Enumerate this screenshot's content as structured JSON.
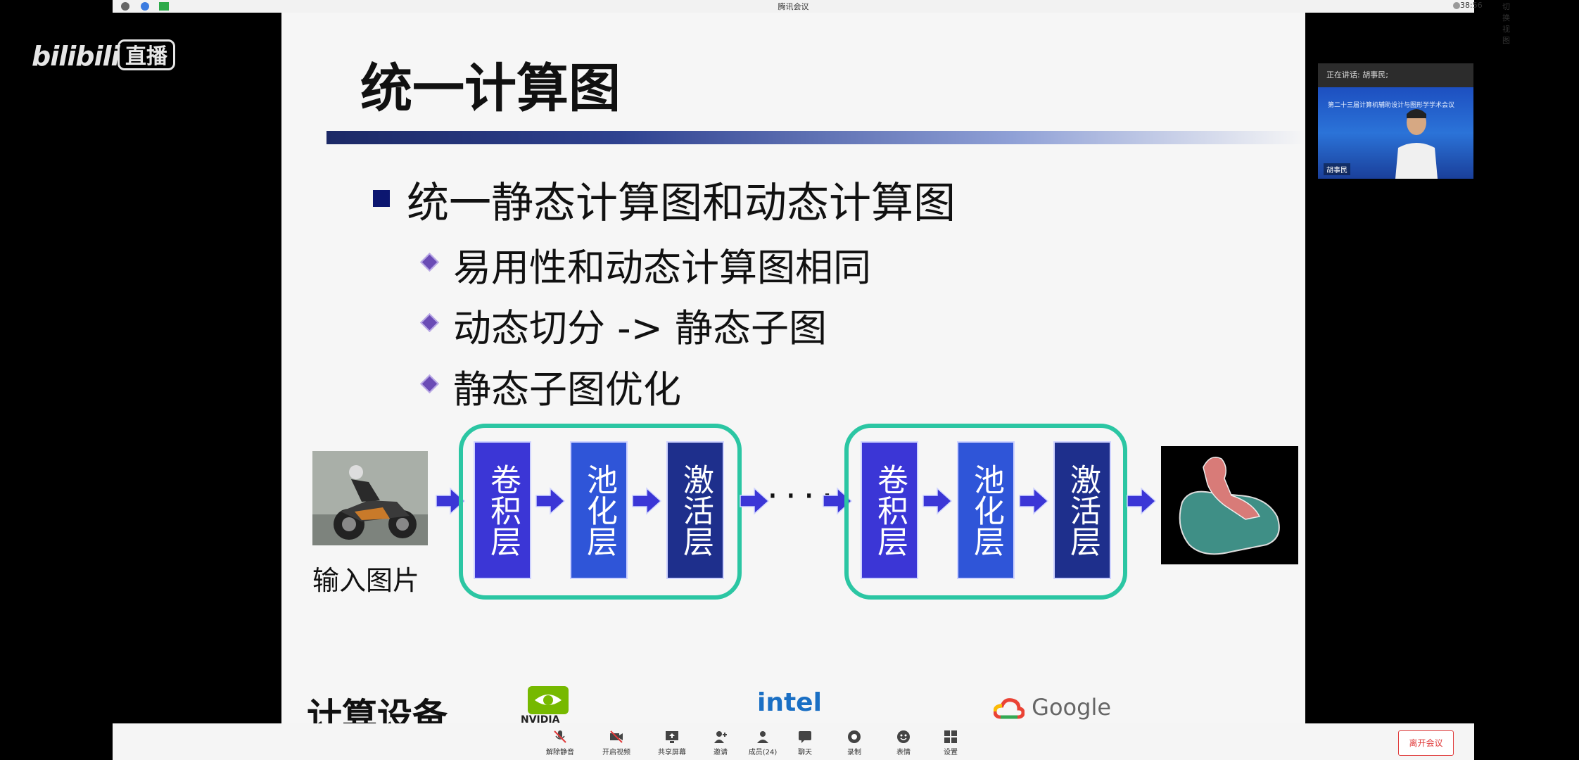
{
  "topbar": {
    "title": "腾讯会议",
    "time": "38:56",
    "view_label": "切换视图"
  },
  "watermark": {
    "brand": "bilibili",
    "badge": "直播"
  },
  "slide": {
    "title": "统一计算图",
    "bullet": "统一静态计算图和动态计算图",
    "subbullets": [
      "易用性和动态计算图相同",
      "动态切分 -> 静态子图",
      "静态子图优化"
    ],
    "input_label": "输入图片",
    "layers": {
      "conv": "卷积层",
      "pool": "池化层",
      "act": "激活层"
    },
    "dots": "····",
    "devices_label": "计算设备",
    "logos": {
      "nvidia": "NVIDIA",
      "intel": "intel",
      "google": "Google"
    }
  },
  "speaker": {
    "header": "正在讲话: 胡事民;",
    "banner": "第二十三届计算机辅助设计与图形学学术会议",
    "name": "胡事民"
  },
  "toolbar": {
    "items": [
      "解除静音",
      "开启视频",
      "共享屏幕",
      "邀请",
      "成员(24)",
      "聊天",
      "录制",
      "表情",
      "设置"
    ],
    "leave": "离开会议"
  },
  "colors": {
    "accent_teal": "#2bc6a3",
    "layer_conv": "#3b36d6",
    "layer_pool": "#2f55d8",
    "layer_act": "#1e2f8c",
    "leave_red": "#e03b3b"
  }
}
